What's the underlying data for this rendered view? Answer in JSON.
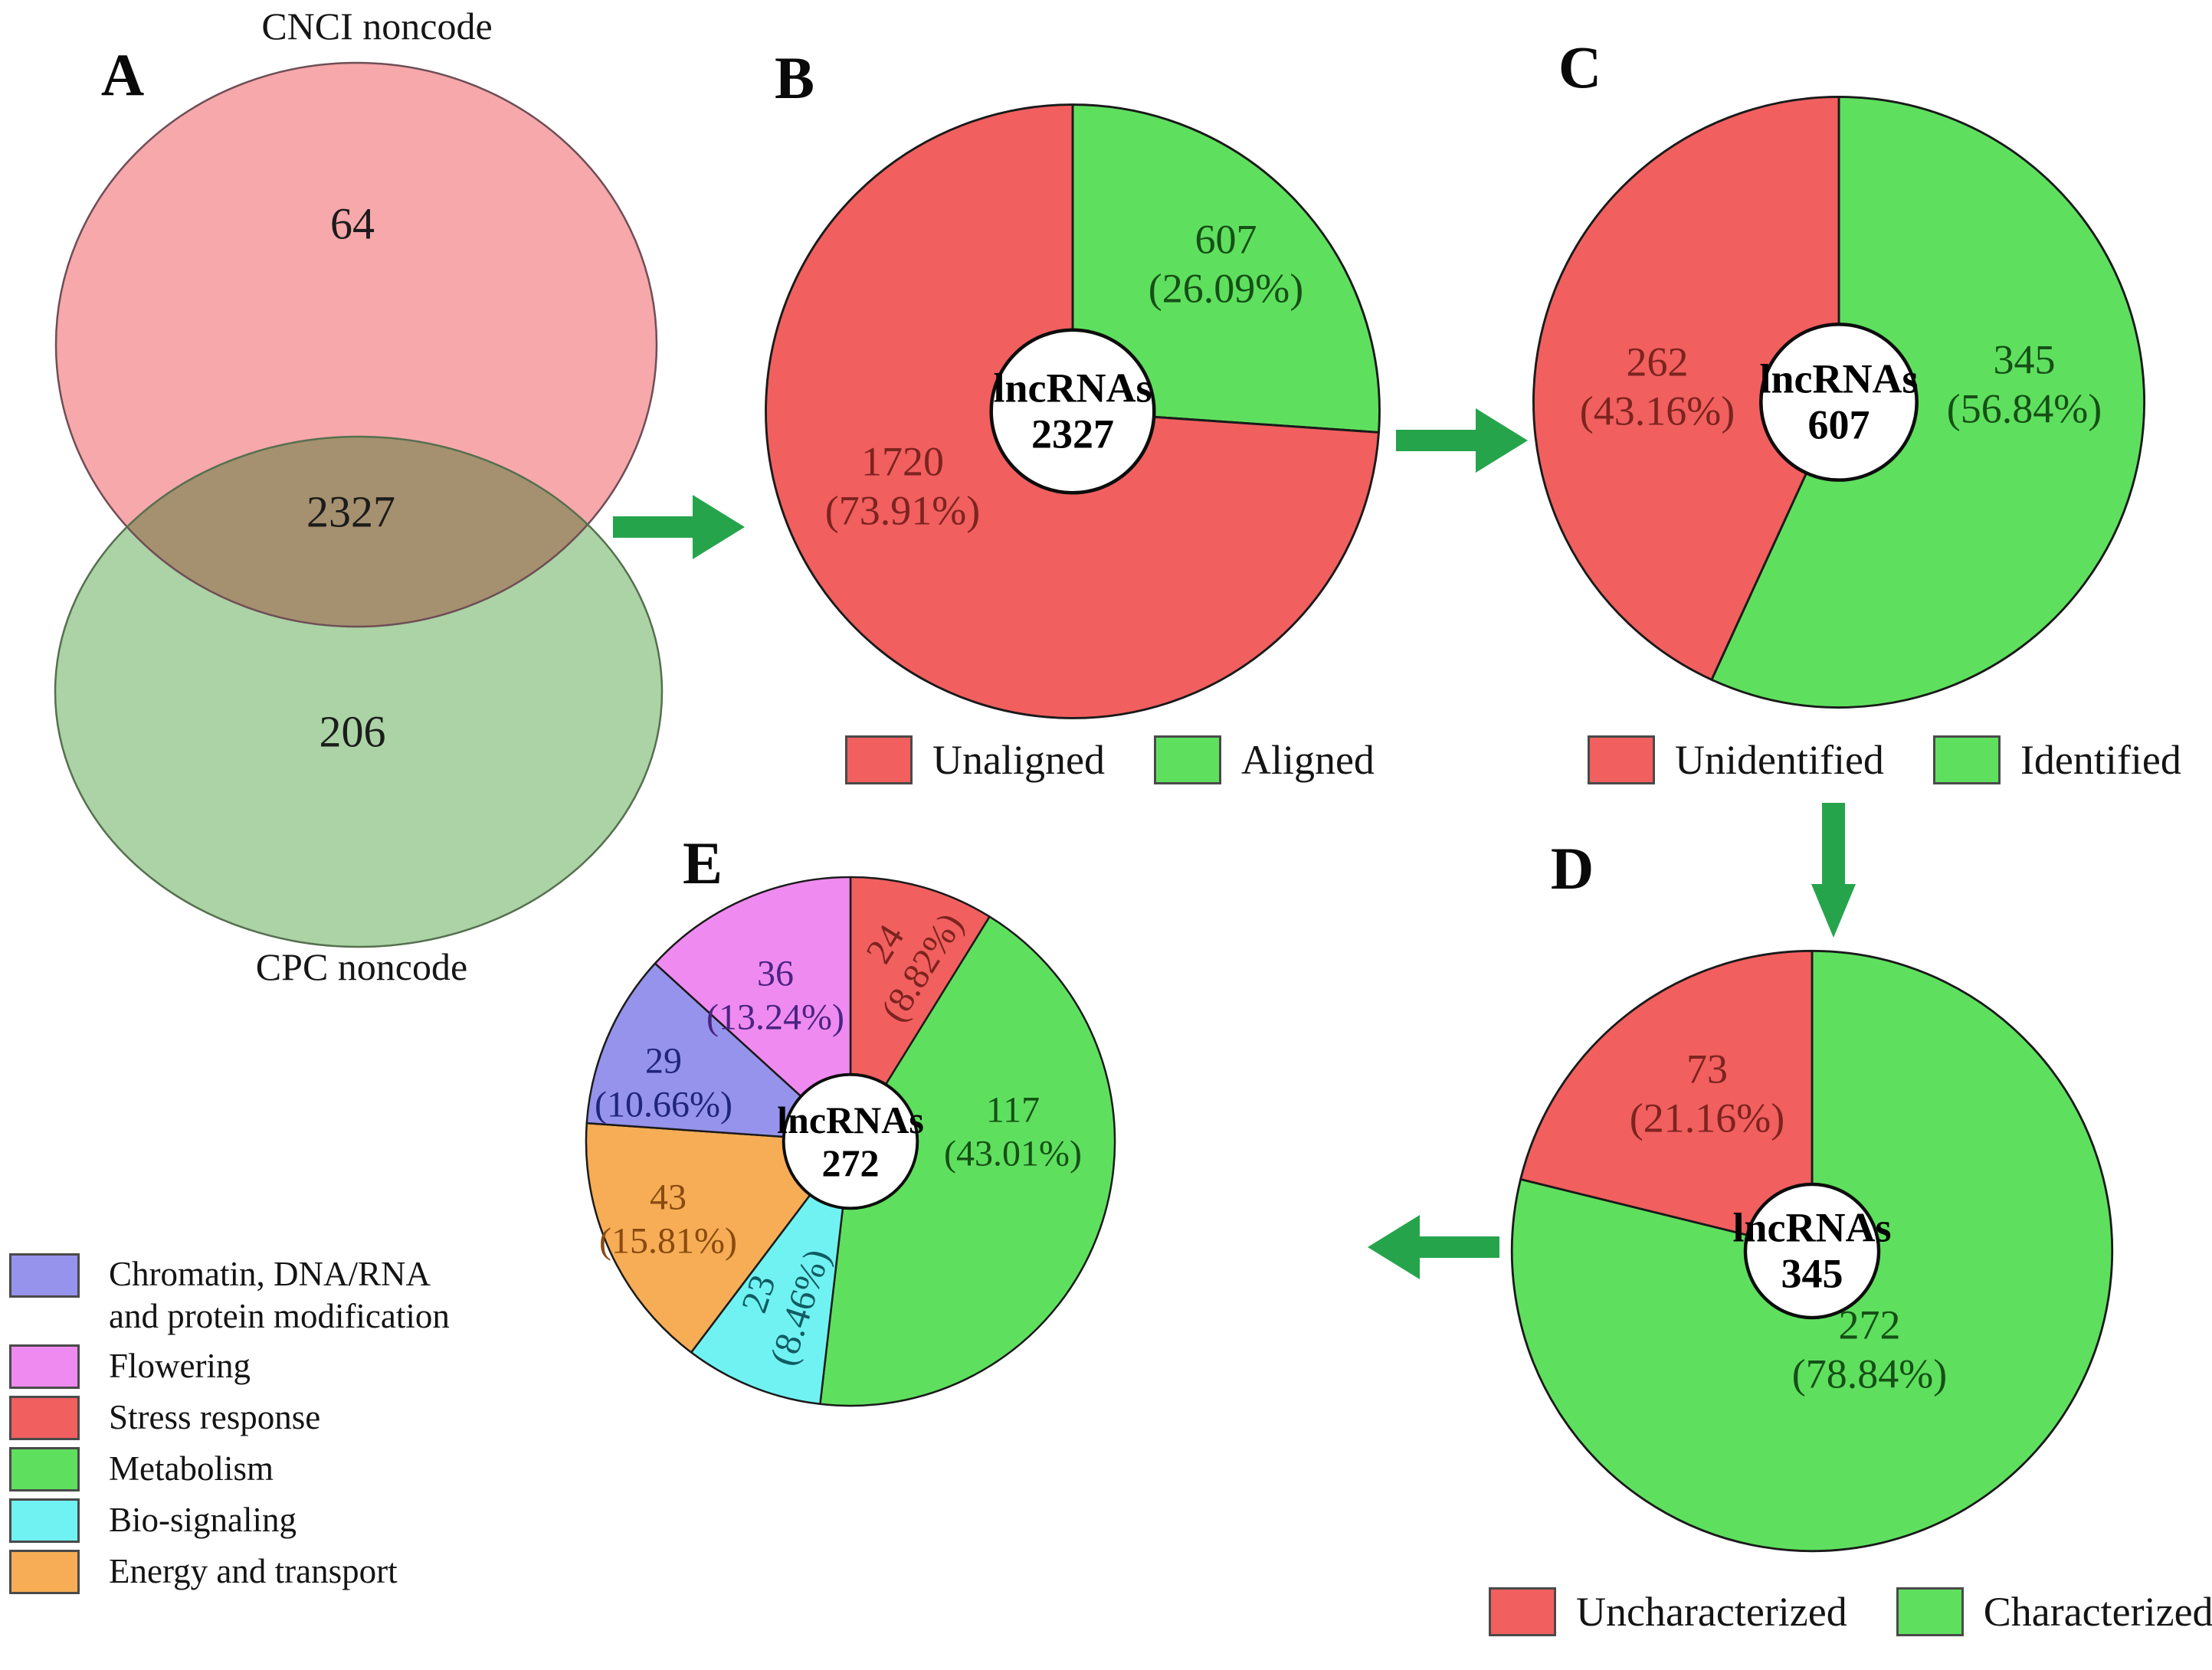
{
  "panels": {
    "a": "A",
    "b": "B",
    "c": "C",
    "d": "D",
    "e": "E"
  },
  "colors": {
    "arrow": "#26a44c",
    "red": "#f15f5f",
    "green": "#5ee05e",
    "venn_pink": "#f7a8aa",
    "venn_green": "#abd3a5",
    "venn_overlap": "#a5916f",
    "violet": "#9693ec",
    "orchid": "#ef8bf0",
    "cyan": "#70f2f2",
    "orange": "#f6ad55"
  },
  "venn": {
    "title_top": "CNCI noncode",
    "title_bottom": "CPC noncode",
    "top_only": "64",
    "overlap": "2327",
    "bottom_only": "206",
    "colors": {
      "top": "#f7a8aa",
      "bottom": "#abd3a5",
      "overlap": "#a5916f"
    }
  },
  "pies": {
    "b": {
      "letter": "B",
      "center_title": "lncRNAs",
      "center_value": "2327",
      "hole_r": 12.9,
      "slices": [
        {
          "name": "Aligned",
          "value": "607",
          "pct_text": "(26.09%)",
          "pct": 26.09,
          "color": "#5ee05e",
          "text_color": "#164f16"
        },
        {
          "name": "Unaligned",
          "value": "1720",
          "pct_text": "(73.91%)",
          "pct": 73.91,
          "color": "#f15f5f",
          "text_color": "#7c241e"
        }
      ]
    },
    "c": {
      "letter": "C",
      "center_title": "lncRNAs",
      "center_value": "607",
      "hole_r": 12.4,
      "slices": [
        {
          "name": "Identified",
          "value": "345",
          "pct_text": "(56.84%)",
          "pct": 56.84,
          "color": "#5ee05e",
          "text_color": "#164f16"
        },
        {
          "name": "Unidentified",
          "value": "262",
          "pct_text": "(43.16%)",
          "pct": 43.16,
          "color": "#f15f5f",
          "text_color": "#7c241e"
        }
      ]
    },
    "d": {
      "letter": "D",
      "center_title": "lncRNAs",
      "center_value": "345",
      "hole_r": 10.8,
      "slices": [
        {
          "name": "Characterized",
          "value": "272",
          "pct_text": "(78.84%)",
          "pct": 78.84,
          "color": "#5ee05e",
          "text_color": "#164f16"
        },
        {
          "name": "Uncharacterized",
          "value": "73",
          "pct_text": "(21.16%)",
          "pct": 21.16,
          "color": "#f15f5f",
          "text_color": "#7c241e"
        }
      ]
    },
    "e": {
      "letter": "E",
      "center_title": "lncRNAs",
      "center_value": "272",
      "hole_r": 12.3,
      "slices": [
        {
          "name": "Stress response",
          "value": "24",
          "pct_text": "(8.82%)",
          "pct": 8.82,
          "color": "#f15f5f",
          "text_color": "#7c241e"
        },
        {
          "name": "Metabolism",
          "value": "117",
          "pct_text": "(43.01%)",
          "pct": 43.01,
          "color": "#5ee05e",
          "text_color": "#164f16"
        },
        {
          "name": "Bio-signaling",
          "value": "23",
          "pct_text": "(8.46%)",
          "pct": 8.46,
          "color": "#70f2f2",
          "text_color": "#115b63"
        },
        {
          "name": "Energy and transport",
          "value": "43",
          "pct_text": "(15.81%)",
          "pct": 15.81,
          "color": "#f6ad55",
          "text_color": "#8a4a10"
        },
        {
          "name": "Chromatin, DNA/RNA and protein modification",
          "value": "29",
          "pct_text": "(10.66%)",
          "pct": 10.66,
          "color": "#9693ec",
          "text_color": "#20247c"
        },
        {
          "name": "Flowering",
          "value": "36",
          "pct_text": "(13.24%)",
          "pct": 13.24,
          "color": "#ef8bf0",
          "text_color": "#4b2482"
        }
      ]
    }
  },
  "legends": {
    "b": [
      {
        "label": "Unaligned",
        "color": "#f15f5f"
      },
      {
        "label": "Aligned",
        "color": "#5ee05e"
      }
    ],
    "c": [
      {
        "label": "Unidentified",
        "color": "#f15f5f"
      },
      {
        "label": "Identified",
        "color": "#5ee05e"
      }
    ],
    "d": [
      {
        "label": "Uncharacterized",
        "color": "#f15f5f"
      },
      {
        "label": "Characterized",
        "color": "#5ee05e"
      }
    ],
    "e": [
      {
        "label": "Chromatin, DNA/RNA and protein modification",
        "color": "#9693ec"
      },
      {
        "label": "Flowering",
        "color": "#ef8bf0"
      },
      {
        "label": "Stress response",
        "color": "#f15f5f"
      },
      {
        "label": "Metabolism",
        "color": "#5ee05e"
      },
      {
        "label": "Bio-signaling",
        "color": "#70f2f2"
      },
      {
        "label": "Energy and transport",
        "color": "#f6ad55"
      }
    ]
  },
  "chart_data": [
    {
      "type": "venn",
      "title": "A",
      "sets": [
        "CNCI noncode",
        "CPC noncode"
      ],
      "values": {
        "CNCI_only": 64,
        "overlap": 2327,
        "CPC_only": 206
      }
    },
    {
      "type": "pie",
      "title": "B",
      "center_label": "lncRNAs 2327",
      "legend_position": "bottom",
      "series": [
        {
          "name": "Aligned",
          "value": 607,
          "pct": 26.09
        },
        {
          "name": "Unaligned",
          "value": 1720,
          "pct": 73.91
        }
      ]
    },
    {
      "type": "pie",
      "title": "C",
      "center_label": "lncRNAs 607",
      "legend_position": "bottom",
      "series": [
        {
          "name": "Identified",
          "value": 345,
          "pct": 56.84
        },
        {
          "name": "Unidentified",
          "value": 262,
          "pct": 43.16
        }
      ]
    },
    {
      "type": "pie",
      "title": "D",
      "center_label": "lncRNAs 345",
      "legend_position": "bottom",
      "series": [
        {
          "name": "Characterized",
          "value": 272,
          "pct": 78.84
        },
        {
          "name": "Uncharacterized",
          "value": 73,
          "pct": 21.16
        }
      ]
    },
    {
      "type": "pie",
      "title": "E",
      "center_label": "lncRNAs 272",
      "legend_position": "bottom-left",
      "series": [
        {
          "name": "Stress response",
          "value": 24,
          "pct": 8.82
        },
        {
          "name": "Metabolism",
          "value": 117,
          "pct": 43.01
        },
        {
          "name": "Bio-signaling",
          "value": 23,
          "pct": 8.46
        },
        {
          "name": "Energy and transport",
          "value": 43,
          "pct": 15.81
        },
        {
          "name": "Chromatin, DNA/RNA and protein modification",
          "value": 29,
          "pct": 10.66
        },
        {
          "name": "Flowering",
          "value": 36,
          "pct": 13.24
        }
      ]
    }
  ]
}
